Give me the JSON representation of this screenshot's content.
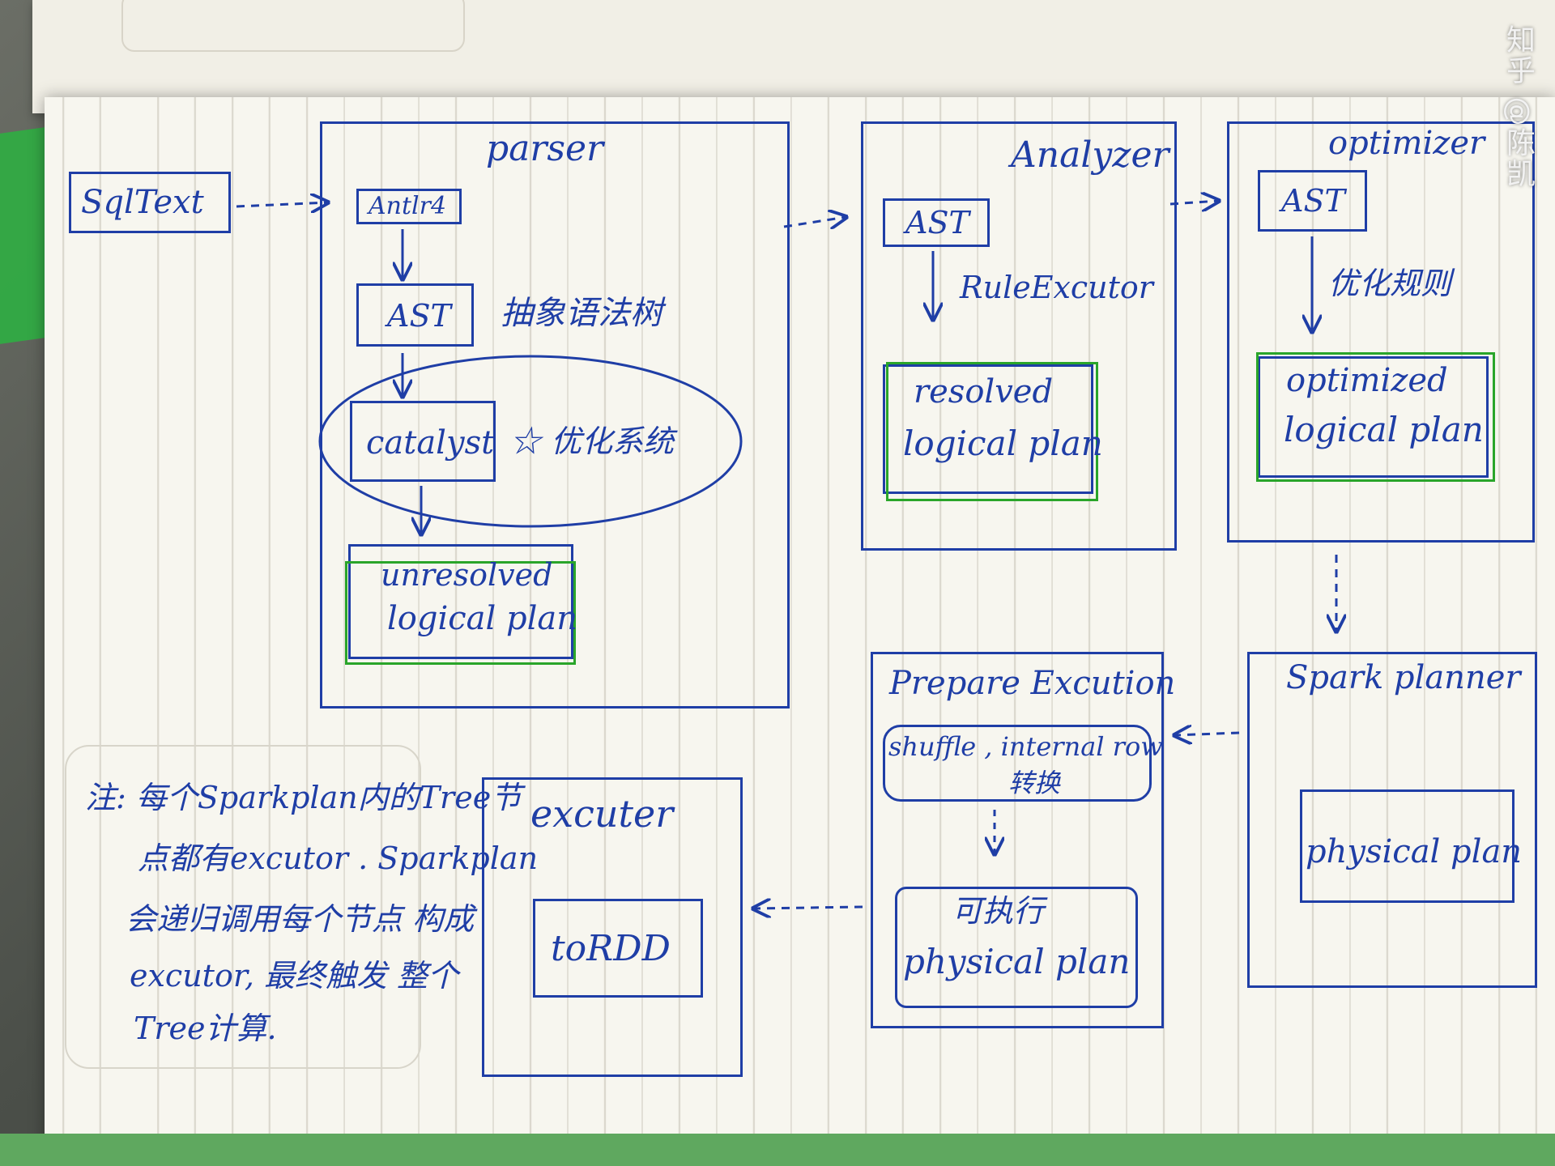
{
  "colors": {
    "ink": "#1f3ea6",
    "highlight": "#2aa52a",
    "paper": "#f7f6ef"
  },
  "sqltext": "SqlText",
  "parser": {
    "title": "parser",
    "antlr4": "Antlr4",
    "ast": "AST",
    "ast_note": "抽象语法树",
    "catalyst": "catalyst",
    "catalyst_note": "☆ 优化系统",
    "unresolved": [
      "unresolved",
      "logical plan"
    ]
  },
  "analyzer": {
    "title": "Analyzer",
    "ast": "AST",
    "rule": "RuleExcutor",
    "resolved": [
      "resolved",
      "logical plan"
    ]
  },
  "optimizer": {
    "title": "optimizer",
    "ast": "AST",
    "note": "优化规则",
    "optimized": [
      "optimized",
      "logical plan"
    ]
  },
  "spark_planner": {
    "title": "Spark planner",
    "physical": "physical plan"
  },
  "prepare": {
    "title": "Prepare Excution",
    "shuffle": [
      "shuffle , internal row",
      "转换"
    ],
    "exec": [
      "可执行",
      "physical plan"
    ]
  },
  "excuter": {
    "title": "excuter",
    "rdd": "toRDD"
  },
  "note": [
    "注: 每个Sparkplan内的Tree节",
    "点都有excutor . Sparkplan",
    "会递归调用每个节点 构成",
    "excutor, 最终触发 整个",
    "Tree计算."
  ],
  "watermark": "知乎 @陈凯"
}
